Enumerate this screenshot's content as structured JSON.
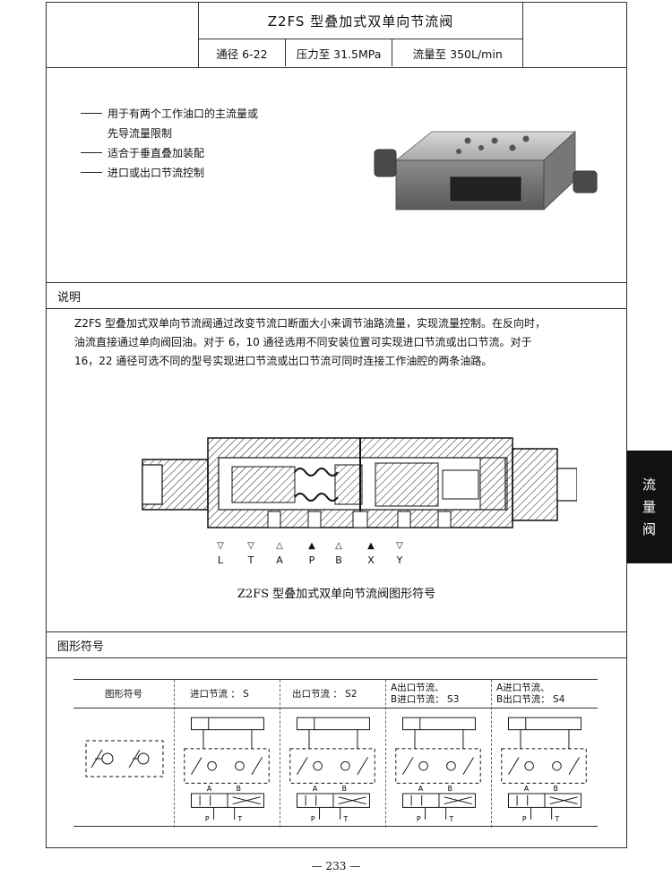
{
  "header": {
    "title": "Z2FS 型叠加式双单向节流阀",
    "specs": [
      "通径 6-22",
      "压力至 31.5MPa",
      "流量至 350L/min"
    ]
  },
  "features": [
    "用于有两个工作油口的主流量或",
    "先导流量限制",
    "适合于垂直叠加装配",
    "进口或出口节流控制"
  ],
  "feature_dash": [
    true,
    false,
    true,
    true
  ],
  "sections": {
    "description_title": "说明",
    "symbol_title": "图形符号"
  },
  "description": [
    "Z2FS 型叠加式双单向节流阀通过改变节流口断面大小来调节油路流量，实现流量控制。在反向时，",
    "油流直接通过单向阀回油。对于 6，10 通径选用不同安装位置可实现进口节流或出口节流。对于",
    "16，22 通径可选不同的型号实现进口节流或出口节流可同时连接工作油腔的两条油路。"
  ],
  "ports": [
    "L",
    "T",
    "A",
    "P",
    "B",
    "X",
    "Y"
  ],
  "caption": "Z2FS 型叠加式双单向节流阀图形符号",
  "symbol_table": {
    "headers": [
      "图形符号",
      "进口节流 ： S",
      "出口节流 ： S2",
      "A出口节流、",
      "A进口节流、"
    ],
    "headers_line2": [
      "",
      "",
      "",
      "B进口节流： S3",
      "B出口节流： S4"
    ],
    "symbol_port_labels": [
      "A",
      "B",
      "P",
      "T"
    ]
  },
  "side_tab": [
    "流",
    "量",
    "阀"
  ],
  "page_number": "— 233 —"
}
